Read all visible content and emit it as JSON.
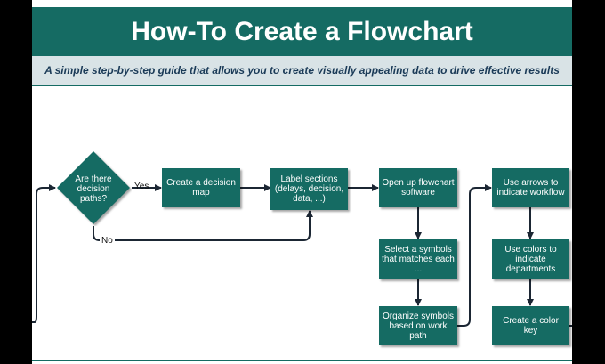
{
  "header": {
    "title": "How-To Create a Flowchart",
    "subtitle": "A simple step-by-step guide that allows you to create visually appealing data to drive effective results"
  },
  "flow": {
    "decision": "Are there decision paths?",
    "yes_label": "Yes",
    "no_label": "No",
    "step_decision_map": "Create a decision map",
    "step_label_sections": "Label sections (delays, decision, data, ...)",
    "step_open_software": "Open up flowchart software",
    "step_select_symbols": "Select a symbols that matches each ...",
    "step_organize": "Organize symbols based on work path",
    "step_use_arrows": "Use arrows to indicate workflow",
    "step_use_colors": "Use colors to indicate departments",
    "step_color_key": "Create a color key"
  },
  "colors": {
    "accent": "#156b63",
    "subtitle_band": "#d9e3e6",
    "subtitle_text": "#1a3a57",
    "arrow": "#1b2633"
  }
}
